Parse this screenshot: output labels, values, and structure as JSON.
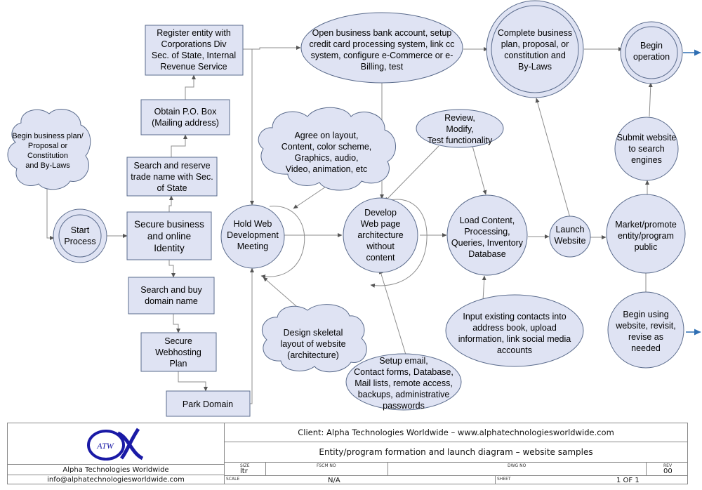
{
  "nodes": {
    "begin_plan_cloud": [
      "Begin business plan/",
      "Proposal or",
      "Constitution",
      "and By-Laws"
    ],
    "start_process": [
      "Start",
      "Process"
    ],
    "secure_identity": [
      "Secure business",
      "and online",
      "Identity"
    ],
    "search_reserve_trade": [
      "Search and reserve",
      "trade name with Sec.",
      "of State"
    ],
    "obtain_po_box": [
      "Obtain P.O. Box",
      "(Mailing address)"
    ],
    "register_entity": [
      "Register entity with",
      "Corporations Div",
      "Sec. of State, Internal",
      "Revenue Service"
    ],
    "search_buy_domain": [
      "Search and buy",
      "domain name"
    ],
    "secure_webhosting": [
      "Secure",
      "Webhosting",
      "Plan"
    ],
    "park_domain": [
      "Park Domain"
    ],
    "hold_web_meeting": [
      "Hold Web",
      "Development",
      "Meeting"
    ],
    "agree_layout_cloud": [
      "Agree on layout,",
      "Content, color scheme,",
      "Graphics, audio,",
      "Video, animation, etc"
    ],
    "design_skeletal_cloud": [
      "Design skeletal",
      "layout of website",
      "(architecture)"
    ],
    "open_bank_account": [
      "Open business bank account, setup",
      "credit card processing system, link cc",
      "system, configure e-Commerce or e-",
      "Billing, test"
    ],
    "review_modify": [
      "Review,",
      "Modify,",
      "Test functionality"
    ],
    "develop_architecture": [
      "Develop",
      "Web page",
      "architecture",
      "without",
      "content"
    ],
    "setup_email": [
      "Setup email,",
      "Contact forms, Database,",
      "Mail lists, remote access,",
      "backups, administrative",
      "passwords"
    ],
    "load_content": [
      "Load Content,",
      "Processing,",
      "Queries, Inventory",
      "Database"
    ],
    "input_contacts": [
      "Input existing contacts into",
      "address book, upload",
      "information, link social media",
      "accounts"
    ],
    "complete_plan": [
      "Complete business",
      "plan, proposal, or",
      "constitution and",
      "By-Laws"
    ],
    "launch_website": [
      "Launch",
      "Website"
    ],
    "begin_operation": [
      "Begin",
      "operation"
    ],
    "submit_search": [
      "Submit website",
      "to search",
      "engines"
    ],
    "market_promote": [
      "Market/promote",
      "entity/program",
      "public"
    ],
    "begin_using": [
      "Begin using",
      "website, revisit,",
      "revise as",
      "needed"
    ]
  },
  "title_block": {
    "logo_text": "ATW",
    "company_name": "Alpha Technologies Worldwide",
    "email": "info@alphatechnologiesworldwide.com",
    "client_line": "Client: Alpha Technologies Worldwide – www.alphatechnologiesworldwide.com",
    "drawing_title": "Entity/program formation and launch diagram – website samples",
    "size_label": "SIZE",
    "size_value": "ltr",
    "fscm_label": "FSCM NO",
    "dwg_label": "DWG NO",
    "rev_label": "REV",
    "rev_value": "00",
    "scale_label": "SCALE",
    "scale_value": "N/A",
    "sheet_label": "SHEET",
    "sheet_value": "1 OF 1"
  },
  "colors": {
    "shape_fill": "#dfe3f3",
    "shape_stroke": "#5a6b8c",
    "connector": "#8c8c8c",
    "arrow_blue": "#2f6fb3",
    "logo_blue": "#1a1aa6"
  }
}
